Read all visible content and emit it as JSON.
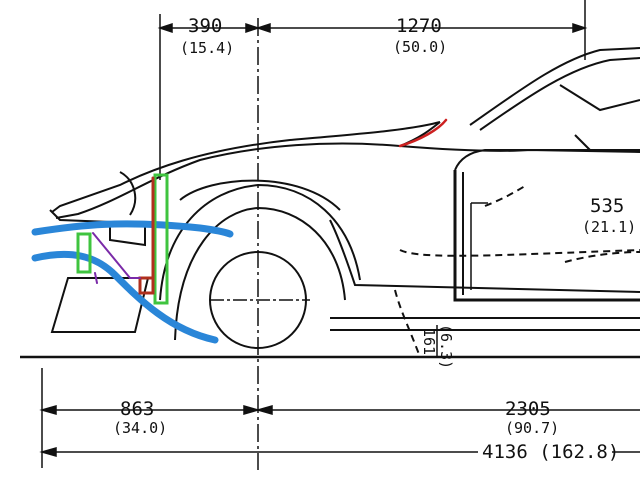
{
  "dimensions": {
    "front_overhang_top": {
      "mm": "390",
      "in": "(15.4)"
    },
    "hood_length": {
      "mm": "1270",
      "in": "(50.0)"
    },
    "door_height": {
      "mm": "535",
      "in": "(21.1)"
    },
    "ground_clearance": {
      "mm": "161",
      "in": "(6.3)"
    },
    "front_overhang": {
      "mm": "863",
      "in": "(34.0)"
    },
    "wheelbase": {
      "mm": "2305",
      "in": "(90.7)"
    },
    "overall_length": {
      "label": "4136 (162.8)"
    }
  },
  "annotation_colors": {
    "airflow": "#2a86d8",
    "duct_outline": "#3fc43f",
    "radiator": "#b0301e",
    "bracket": "#7a2aa8",
    "hood_seam": "#cc2020"
  }
}
